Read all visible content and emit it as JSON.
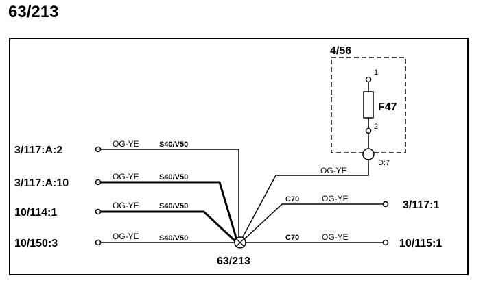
{
  "page": {
    "title": "63/213"
  },
  "diagram": {
    "component": {
      "name": "4/56",
      "fuse": "F47",
      "pin_top": "1",
      "pin_bottom": "2",
      "connector": "D:7"
    },
    "splice": {
      "label": "63/213"
    },
    "left_connectors": [
      {
        "name": "3/117:A:2",
        "wire_color": "OG-YE",
        "code": "S40/V50"
      },
      {
        "name": "3/117:A:10",
        "wire_color": "OG-YE",
        "code": "S40/V50"
      },
      {
        "name": "10/114:1",
        "wire_color": "OG-YE",
        "code": "S40/V50"
      },
      {
        "name": "10/150:3",
        "wire_color": "OG-YE",
        "code": "S40/V50"
      }
    ],
    "right_connectors": [
      {
        "name": "3/117:1",
        "wire_color": "OG-YE",
        "code": "C70"
      },
      {
        "name": "10/115:1",
        "wire_color": "OG-YE",
        "code": "C70"
      }
    ],
    "fuse_wire_color": "OG-YE"
  }
}
